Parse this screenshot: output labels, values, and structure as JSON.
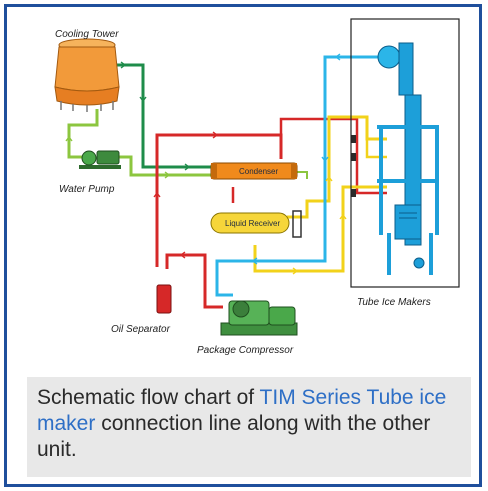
{
  "labels": {
    "cooling_tower": "Cooling Tower",
    "water_pump": "Water Pump",
    "condenser": "Condenser",
    "liquid_receiver": "Liquid Receiver",
    "oil_separator": "Oil Separator",
    "package_compressor": "Package Compressor",
    "tube_ice_makers": "Tube Ice Makers"
  },
  "caption": {
    "part1": "Schematic flow chart of ",
    "highlight1": "TIM Series Tube ice maker",
    "part2": " connection line along with the other unit."
  },
  "colors": {
    "frame_border": "#1f4f9c",
    "caption_bg": "#e8e8e8",
    "caption_highlight": "#2e6fc6",
    "water_line_dark": "#1e8c4a",
    "water_line_light": "#8cc63f",
    "refrigerant_hot": "#d62828",
    "refrigerant_liquid": "#f2d21a",
    "refrigerant_suction": "#2bb5e8",
    "ice_maker_body": "#1d9fd9",
    "tower_body": "#f29a3a",
    "compressor_body": "#4aa84a"
  }
}
